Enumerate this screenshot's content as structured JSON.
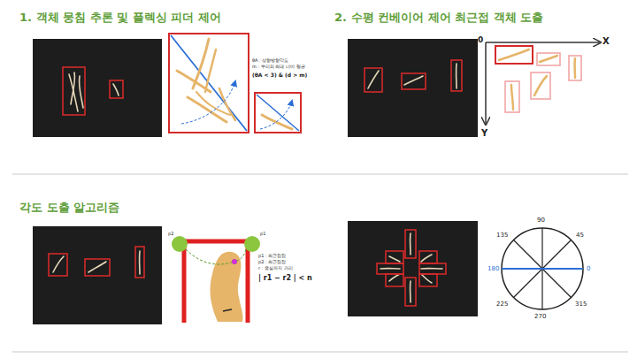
{
  "diagram": {
    "labels": [
      "1. 객체 뭉침 추론 및 플렉싱 피더 제어",
      "θA : 상향방향각도",
      "m : 뿌리의 최대 너비 평균",
      "(θA < 3) & (d > m)",
      "2. 수평 컨베이어 제어 최근접 객체 도출",
      "0",
      "X",
      "Y",
      "각도 도출 알고리즘",
      "p2",
      "p1",
      "p1 : 최근접점",
      "p2 : 최근접점",
      "r : 중심까지 거리",
      "| r1 − r2 | < n",
      "90",
      "45",
      "0",
      "315",
      "270",
      "225",
      "180",
      "135"
    ]
  }
}
